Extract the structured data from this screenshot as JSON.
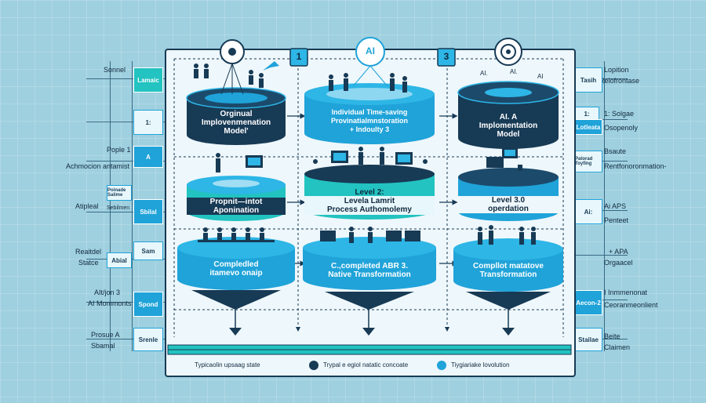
{
  "steps": {
    "one": "1",
    "ai": "AI",
    "three": "3"
  },
  "columns": [
    {
      "top": [
        "Orginual",
        "Implovenmenation",
        "Model'"
      ],
      "mid": [
        "Propnit—intot",
        "Aponination"
      ],
      "low": [
        "Compledled",
        "itamevo onaip"
      ]
    },
    {
      "top": [
        "Individual Time-saving",
        "Provinatialmnstoration",
        "+ Indoulty 3"
      ],
      "mid": [
        "Level 2:",
        "Levela Lamrit",
        "Process Authomolemy"
      ],
      "low": [
        "C.,completed ABR 3.",
        "Native Transformation"
      ]
    },
    {
      "top": [
        "AI. A",
        "Implomentation",
        "Model"
      ],
      "mid": [
        "Level 3.0",
        "operdation"
      ],
      "low": [
        "Compllot matatove",
        "Transformation"
      ]
    }
  ],
  "ai_tags": [
    "AI.",
    "AI.",
    "AI"
  ],
  "left_labels": [
    [
      "Sonnel"
    ],
    [
      "Pople 1",
      "Achmocion antamist"
    ],
    [
      "Atipleal",
      "Sebilmen"
    ],
    [
      "Reaitdel",
      "Statce"
    ],
    [
      "AIt/jon 3",
      "AI Mommonts"
    ],
    [
      "Prosue A",
      "Sbamal"
    ]
  ],
  "left_boxes": [
    "Lamaic",
    "1:",
    "A",
    "Poinade Salime",
    "Sbilal",
    "Sam",
    "Abial",
    "Spond",
    "Srenle"
  ],
  "right_labels": [
    [
      "Lopition",
      "Relofrontase"
    ],
    [
      "1: Solgae",
      "Osopenoly"
    ],
    [
      "Bsaute",
      "Rentfonoronmation-"
    ],
    [
      "Ai APS",
      "Penteet"
    ],
    [
      "+ APA",
      "Orgaacel"
    ],
    [
      "I Inmmenonat",
      "Ceoranmeonlient"
    ],
    [
      "Beite",
      "Claimen"
    ]
  ],
  "right_boxes": [
    "Tasih",
    "1:",
    "Lotleata",
    "Patorad Toyfing",
    "Ai:",
    "Aecon-2",
    "Stailae"
  ],
  "legend": [
    {
      "label": "Typicaolin upsaag state"
    },
    {
      "label": "Trypal e egiol natatic concoate"
    },
    {
      "label": "Tiygiariake lovolution"
    }
  ],
  "colors": {
    "navy": "#173a55",
    "blue": "#1fa3d9",
    "teal": "#22c3c0",
    "bg": "#9fd0df"
  }
}
